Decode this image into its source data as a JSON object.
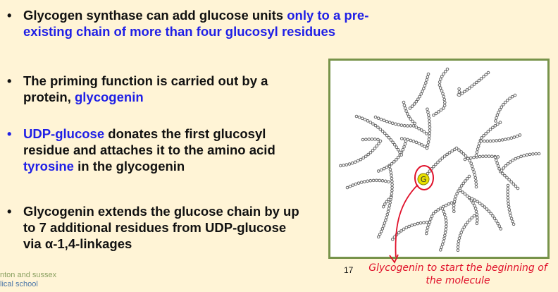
{
  "bullets": [
    {
      "parts": [
        "Glycogen synthase can add glucose units ",
        "only to a pre-existing chain of more than four glucosyl residues"
      ]
    },
    {
      "parts": [
        "The priming function is carried out by a protein, ",
        "glycogenin"
      ]
    },
    {
      "parts": [
        "UDP-glucose",
        " donates the first glucosyl residue and attaches it to the amino acid ",
        "tyrosine",
        " in the glycogenin"
      ]
    },
    {
      "parts": [
        "Glycogenin extends the glucose chain by up to 7 additional residues from UDP-glucose via α-1,4-linkages"
      ]
    }
  ],
  "bullet_char": "•",
  "figure": {
    "g_label": "G"
  },
  "logo": {
    "line1": "nton and sussex",
    "line2": "lical school"
  },
  "page_number": "17",
  "annotation": "Glycogenin to start the beginning of the molecule",
  "colors": {
    "accent": "#1f1fe6",
    "annotation": "#e0102a",
    "frame": "#77934a"
  }
}
